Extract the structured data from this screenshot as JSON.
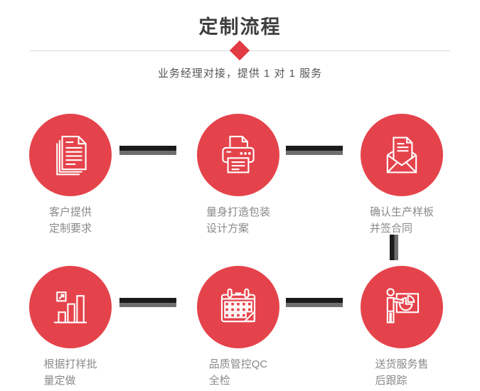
{
  "page": {
    "title": "定制流程",
    "subtitle": "业务经理对接，提供 1 对 1 服务"
  },
  "colors": {
    "circle_red": "#e5434b",
    "diamond_red": "#e23b43",
    "title_gray": "#3e3e3e",
    "subtitle_gray": "#555555",
    "label_gray": "#8a8a8a",
    "divider_gray": "#d9d9d9",
    "connector_black": "#1b1b1b",
    "connector_gray": "#6e6e6e"
  },
  "steps": [
    {
      "icon": "documents-icon",
      "lines": [
        "客户提供",
        "定制要求"
      ]
    },
    {
      "icon": "printer-icon",
      "lines": [
        "量身打造包装",
        "设计方案"
      ]
    },
    {
      "icon": "envelope-icon",
      "lines": [
        "确认生产样板",
        "并签合同"
      ]
    },
    {
      "icon": "bar-chart-icon",
      "lines": [
        "根据打样批",
        "量定做"
      ]
    },
    {
      "icon": "calendar-icon",
      "lines": [
        "品质管控QC",
        "全检"
      ]
    },
    {
      "icon": "presentation-icon",
      "lines": [
        "送货服务售",
        "后跟踪"
      ]
    }
  ]
}
